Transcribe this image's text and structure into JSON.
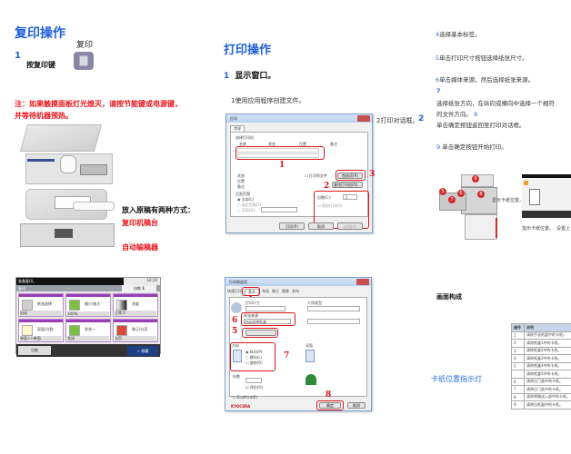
{
  "copy_section": {
    "title": "复印操作",
    "step1_number": "1",
    "step1_text": "按复印键",
    "copy_key_label": "复印",
    "note": "注：如果触摸面板灯光熄灭，请按节能键或电源键，并等待机器预热。",
    "note_line1": "注：如果触摸面板灯光熄灭，请按节能键或电源键，",
    "note_line2": "并等待机器预热。",
    "placement_heading": "放入原稿有两种方式：",
    "placement_option1": "复印机稿台",
    "placement_option2": "自动输稿器",
    "touch_panel": {
      "status": "准备复印。",
      "mode": "复印",
      "time": "10:10",
      "copies_label": "份数",
      "copies_value": "1",
      "tiles": [
        {
          "label": "纸张选择",
          "value": "自动"
        },
        {
          "label": "缩小/放大",
          "value": "100%"
        },
        {
          "label": "浓度",
          "value": "正常 0"
        },
        {
          "label": "双面/分割",
          "value": "单面>>单面"
        },
        {
          "label": "多合一",
          "value": "关闭"
        },
        {
          "label": "装订/分页",
          "value": "分页"
        }
      ],
      "function_button": "功能",
      "favorites_button": "收藏"
    }
  },
  "print_section": {
    "title": "打印操作",
    "step1_number": "1",
    "step1_text": "显示窗口。",
    "sub1": "1使用应用程序创建文件。",
    "sub2_fragment": "2打印对话框。",
    "sub2_number": "2",
    "dialog1": {
      "title": "打印",
      "tab": "常规",
      "group_label": "选择打印机",
      "columns": [
        "名称",
        "状态",
        "位置",
        "备注"
      ],
      "callouts": [
        "1",
        "2",
        "3"
      ],
      "status_labels": [
        "状态",
        "位置",
        "备注"
      ],
      "print_to_file": "打印到文件",
      "preferences_button": "首选项(R)",
      "find_printer_button": "查找打印机(D)...",
      "range_label": "页面范围",
      "range_options": [
        "全部(L)",
        "选定范围(T)",
        "当前页(U)",
        "页码(G):"
      ],
      "copies_label": "份数(C):",
      "copies_value": "1",
      "collate": "逐份打印(O)",
      "buttons": [
        "打印(P)",
        "取消",
        "应用(A)"
      ]
    },
    "dialog2": {
      "title": "打印首选项",
      "tabs": [
        "快速打印",
        "基本",
        "布局",
        "装订",
        "图像",
        "发布"
      ],
      "callouts": [
        "4",
        "5",
        "6",
        "7",
        "8"
      ],
      "print_size_label": "打印尺寸",
      "media_source_label": "纸张来源",
      "media_source_value": "自动选择纸盒",
      "media_type_label": "介质类型",
      "orientation_label": "方向",
      "orientation_options": [
        "纵向(P)",
        "横向(L)",
        "旋转(R)"
      ],
      "duplex_label": "双面",
      "copies_label": "份数",
      "collate": "逐份(O)",
      "eco": "EcoPrint(E)",
      "brand": "KYOCERA",
      "buttons": [
        "确定",
        "取消"
      ]
    }
  },
  "right_column": {
    "steps": [
      {
        "num": "4",
        "text": "选择基本标签。"
      },
      {
        "num": "5",
        "text": "单击打印尺寸按钮选择纸张尺寸。"
      },
      {
        "num": "6",
        "text": "单击媒体来源，然后选择纸张来源。"
      }
    ],
    "step7_num": "7",
    "step7_line1": "选择纸张方向，在纵向或横向中选择一个相符",
    "step7_line2": "的文件方向。",
    "step8_num": "8",
    "step8_text": "单击确定按钮返回至打印对话框。",
    "step9_num": "9",
    "step9_text": "单击确定按钮开始打印。",
    "diagram_label": "显示卡纸位置。",
    "diagram_caption_left": "卡纸位置指示灯",
    "diagram_caption_mid": "指示卡纸位置。",
    "diagram_caption_right": "设置上",
    "diagram_callouts": [
      "6",
      "5",
      "7",
      "8",
      "9"
    ],
    "screen_heading": "画面构成",
    "table": {
      "header": [
        "编号",
        "说明"
      ],
      "rows": [
        [
          "1",
          "清除手送纸盘中的卡纸。"
        ],
        [
          "2",
          "清除纸盒1中的卡纸。"
        ],
        [
          "3",
          "清除纸盒2中的卡纸。"
        ],
        [
          "4",
          "清除纸盒3中的卡纸。"
        ],
        [
          "5",
          "清除纸盒4中的卡纸。"
        ],
        [
          "",
          "清除纸盒5中的卡纸。"
        ],
        [
          "6",
          "清除后门盖中的卡纸。"
        ],
        [
          "7",
          "清除后门盖中的卡纸。"
        ],
        [
          "8",
          "清除原稿送入部中的卡纸。"
        ],
        [
          "9",
          "清除出纸器中的卡纸。"
        ]
      ]
    },
    "jam_indicator_label": "卡纸位置指示灯"
  },
  "colors": {
    "heading_blue": "#1f5fd8",
    "warning_red": "#e8141b",
    "callout_red": "#d9151b",
    "panel_purple": "#9b3db5"
  }
}
